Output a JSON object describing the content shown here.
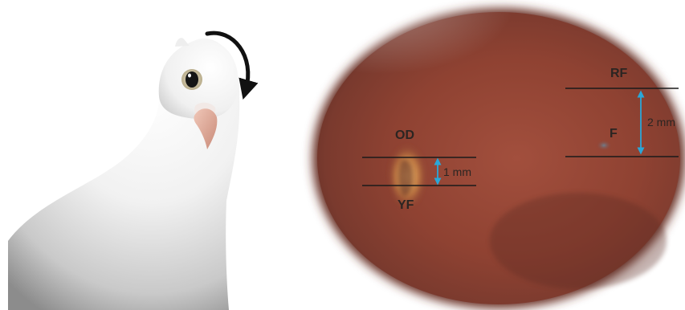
{
  "labels": {
    "od": "OD",
    "yf": "YF",
    "rf": "RF",
    "f": "F"
  },
  "scale_bars": {
    "small": "1 mm",
    "large": "2 mm"
  },
  "colors": {
    "measurement_arrow": "#2aa7d8",
    "guide_line": "#1a1a1a",
    "fundus": "#9a4a3a"
  },
  "icons": {
    "rotation_arrow": "curved-rotation-arrow-icon"
  }
}
